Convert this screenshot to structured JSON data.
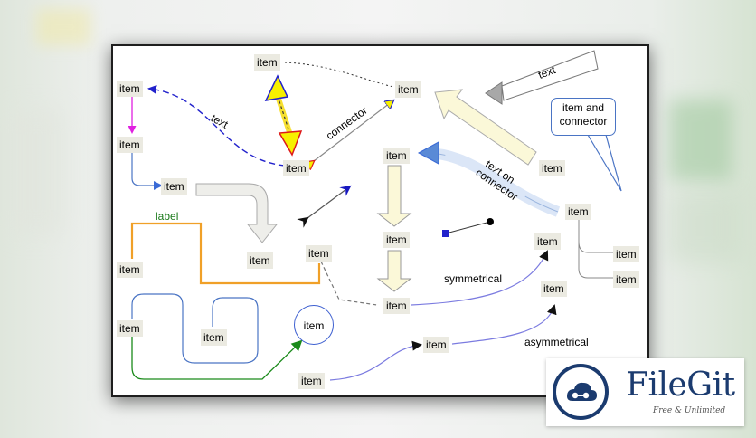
{
  "items": [
    {
      "name": "item-top-center",
      "text": "item"
    },
    {
      "name": "item-top-right",
      "text": "item"
    },
    {
      "name": "item-left-1",
      "text": "item"
    },
    {
      "name": "item-left-2",
      "text": "item"
    },
    {
      "name": "item-left-3",
      "text": "item"
    },
    {
      "name": "item-center-end",
      "text": "item"
    },
    {
      "name": "item-fat-1",
      "text": "item"
    },
    {
      "name": "item-fat-2",
      "text": "item"
    },
    {
      "name": "item-fat-3",
      "text": "item"
    },
    {
      "name": "item-big-arrow",
      "text": "item"
    },
    {
      "name": "item-right-side",
      "text": "item"
    },
    {
      "name": "item-branch-1",
      "text": "item"
    },
    {
      "name": "item-branch-2",
      "text": "item"
    },
    {
      "name": "item-bend",
      "text": "item"
    },
    {
      "name": "item-orange-start",
      "text": "item"
    },
    {
      "name": "item-orange-end",
      "text": "item"
    },
    {
      "name": "item-symmetrical",
      "text": "item"
    },
    {
      "name": "item-asymmetrical",
      "text": "item"
    },
    {
      "name": "item-asym-mid",
      "text": "item"
    },
    {
      "name": "item-bottom",
      "text": "item"
    },
    {
      "name": "item-loop-start",
      "text": "item"
    },
    {
      "name": "item-loop-end",
      "text": "item"
    }
  ],
  "circle_item": "item",
  "callout_text": [
    "item and",
    "connector"
  ],
  "labels": {
    "text_dashed": "text",
    "connector": "connector",
    "text_on_connector_1": "text on",
    "text_on_connector_2": "connector",
    "label_green": "label",
    "symmetrical": "symmetrical",
    "asymmetrical": "asymmetrical",
    "text_box": "text"
  },
  "colors": {
    "dashed_blue": "#2222cc",
    "magenta": "#e020e0",
    "orange": "#f0a028",
    "green": "#1a8a1a",
    "purple_line": "#7b7be0",
    "fat_arrow_fill": "#fbf8d8",
    "yellow_triangle": "#f7f000",
    "red": "#dd1a1a"
  },
  "logo": {
    "name": "FileGit",
    "tagline": "Free & Unlimited"
  }
}
